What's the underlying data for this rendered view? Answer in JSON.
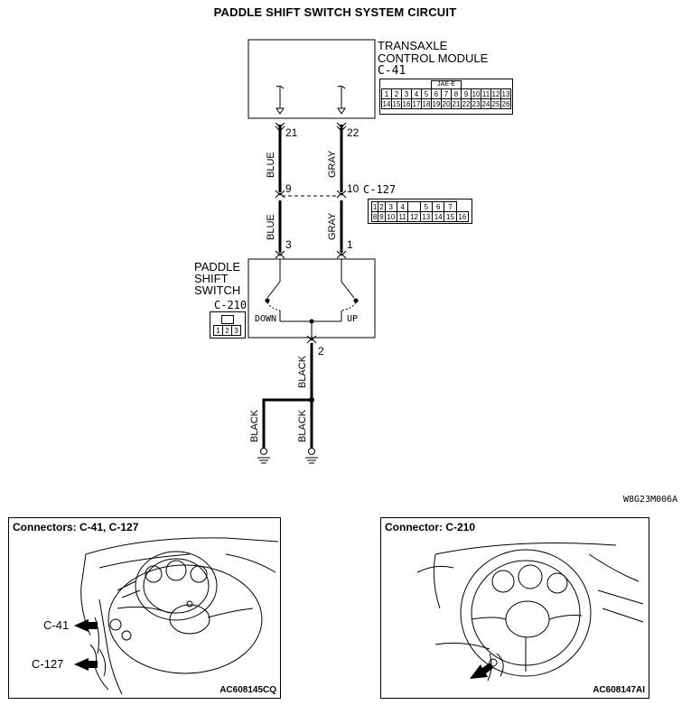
{
  "title": "PADDLE SHIFT SWITCH SYSTEM CIRCUIT",
  "tcm": {
    "name_line1": "TRANSAXLE",
    "name_line2": "CONTROL MODULE",
    "connector": "C-41",
    "connector_label": "JAE-E",
    "pins_top": [
      "1",
      "2",
      "3",
      "4",
      "5",
      "6",
      "7",
      "8",
      "9",
      "10",
      "11",
      "12",
      "13"
    ],
    "pins_bottom": [
      "14",
      "15",
      "16",
      "17",
      "18",
      "19",
      "20",
      "21",
      "22",
      "23",
      "24",
      "25",
      "26"
    ],
    "pin_left": "21",
    "pin_right": "22"
  },
  "junction": {
    "connector": "C-127",
    "pin_left": "9",
    "pin_right": "10",
    "pins_top": [
      "1",
      "2",
      "3",
      "4",
      "",
      "5",
      "6",
      "7"
    ],
    "pins_bottom": [
      "8",
      "9",
      "10",
      "11",
      "12",
      "13",
      "14",
      "15",
      "16"
    ]
  },
  "switch": {
    "name_line1": "PADDLE",
    "name_line2": "SHIFT",
    "name_line3": "SWITCH",
    "connector": "C-210",
    "connector_pins": [
      "1",
      "2",
      "3"
    ],
    "pin_left": "3",
    "pin_right": "1",
    "pin_ground": "2",
    "down_label": "DOWN",
    "up_label": "UP"
  },
  "wires": {
    "blue": "BLUE",
    "gray": "GRAY",
    "black": "BLACK"
  },
  "figure_code": "W8G23M006A",
  "panels": {
    "left_title": "Connectors: C-41, C-127",
    "left_callout_1": "C-41",
    "left_callout_2": "C-127",
    "left_code": "AC608145CQ",
    "right_title": "Connector: C-210",
    "right_code": "AC608147AI"
  }
}
